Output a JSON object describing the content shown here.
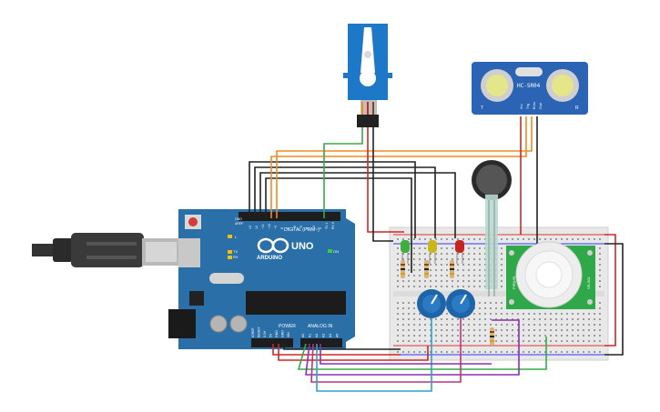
{
  "arduino": {
    "brand": "ARDUINO",
    "model": "UNO",
    "digital_label": "DIGITAL (PWM~)",
    "power_label": "POWER",
    "analog_label": "ANALOG IN",
    "aref": "AREF",
    "gnd": "GND",
    "tx": "TX",
    "rx": "RX",
    "on": "ON",
    "l": "L",
    "digital_pins": [
      "13",
      "12",
      "~11",
      "~10",
      "~9",
      "8",
      "7",
      "~6",
      "~5",
      "4",
      "~3",
      "2",
      "TX 1",
      "RX 0"
    ],
    "power_pins": [
      "IOREF",
      "RESET",
      "3.3V",
      "5V",
      "GND",
      "GND",
      "VIN"
    ],
    "analog_pins": [
      "A0",
      "A1",
      "A2",
      "A3",
      "A4",
      "A5"
    ]
  },
  "ultrasonic": {
    "model": "HC-SR04",
    "left_mark": "T",
    "right_mark": "R",
    "pins": [
      "Vcc",
      "Trig",
      "Echo",
      "Gnd"
    ]
  },
  "pir": {
    "side_left": "PIR(LR)",
    "side_right": "SR-501"
  },
  "colors": {
    "arduino_board": "#2a6fa8",
    "breadboard": "#e9e9e9",
    "wire_orange": "#f28a1e",
    "wire_red": "#d42525",
    "wire_black": "#222222",
    "wire_green": "#38a94a",
    "wire_purple": "#8a2fb0",
    "wire_magenta": "#c0327a",
    "wire_cyan": "#2aa3c8",
    "servo_blue": "#1e78c8",
    "led_green": "#3fae3f",
    "led_yellow": "#c9b61c",
    "led_red": "#c4261f",
    "pot_blue": "#1f63a8",
    "pir_green": "#2fa84a",
    "sensor_blue": "#2b63b5"
  }
}
